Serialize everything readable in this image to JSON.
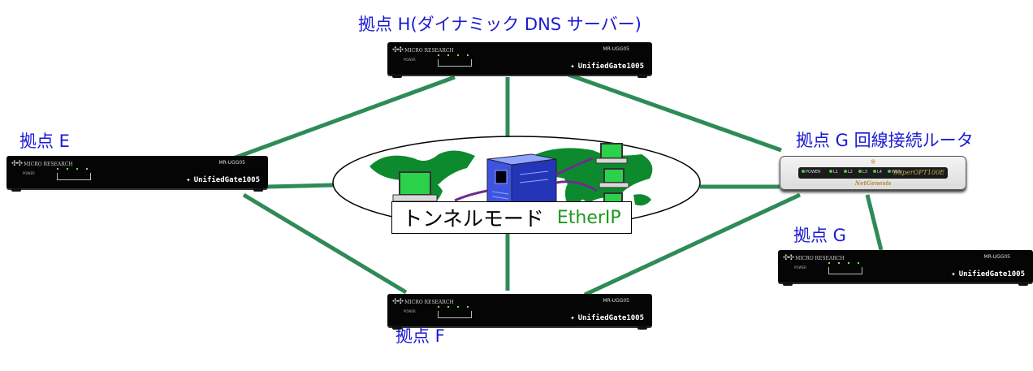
{
  "colors": {
    "link": "#2e8b57",
    "label": "#1a1ad4",
    "protocol": "#1c9a1c"
  },
  "sites": {
    "h": {
      "label": "拠点 H(ダイナミック DNS サーバー)"
    },
    "e": {
      "label": "拠点 E"
    },
    "g_router": {
      "label": "拠点 G 回線接続ルータ"
    },
    "g": {
      "label": "拠点 G"
    },
    "f": {
      "label": "拠点 F"
    }
  },
  "device": {
    "maker": "MICRO RESEARCH",
    "model": "MR-UGG05",
    "power": "POWER",
    "brand": "UnifiedGate1005"
  },
  "router": {
    "top_mark": "※",
    "leds": [
      "POWER",
      "L1",
      "L2",
      "L3",
      "L4",
      "WAN"
    ],
    "brand": "SuperOPT100E",
    "sub": "NetGenesis"
  },
  "tunnel": {
    "mode": "トンネルモード",
    "protocol": "EtherIP"
  },
  "icons": {
    "network_cloud": "world-map-network-icon",
    "server": "server-tower-icon",
    "client": "desktop-computer-icon"
  }
}
